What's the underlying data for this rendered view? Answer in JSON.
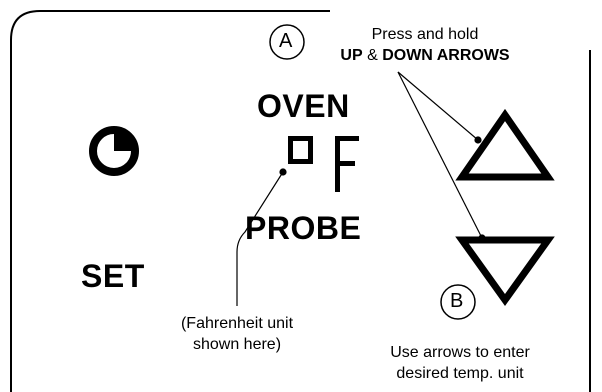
{
  "display": {
    "oven_label": "OVEN",
    "probe_label": "PROBE",
    "set_label": "SET",
    "segment_readout": "°F",
    "timer_icon": "pie-timer-icon"
  },
  "callout_a": {
    "marker": "A",
    "line1": "Press and hold",
    "line2_part1": "UP",
    "line2_amp": " & ",
    "line2_part2": "DOWN ARROWS"
  },
  "callout_b": {
    "marker": "B",
    "line1": "Use arrows to enter",
    "line2": "desired temp. unit"
  },
  "note": {
    "line1": "(Fahrenheit unit",
    "line2": "shown here)"
  },
  "buttons": {
    "up": "up-arrow-icon",
    "down": "down-arrow-icon"
  },
  "colors": {
    "stroke": "#000000",
    "background": "#ffffff"
  }
}
